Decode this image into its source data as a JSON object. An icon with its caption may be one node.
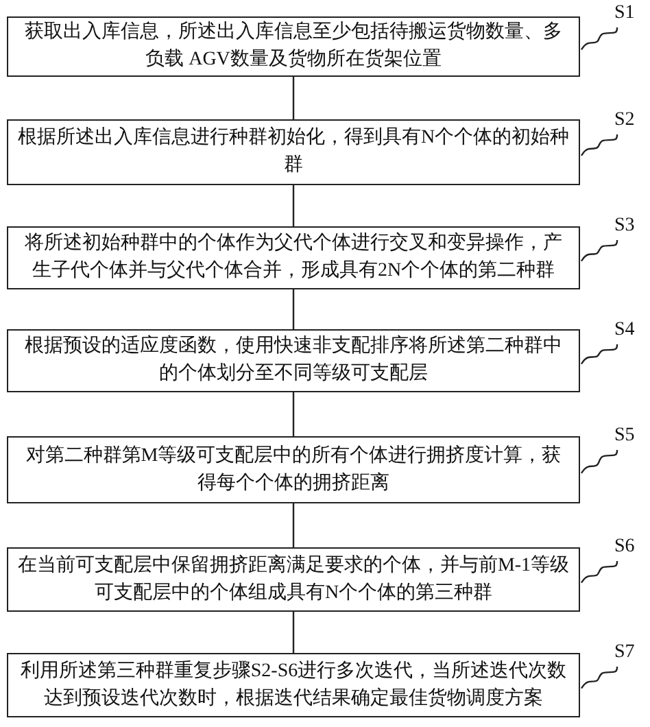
{
  "diagram": {
    "nodes": [
      {
        "text": [
          "获取出入库信息，所述出入库信息至少包括待搬运货物数量、多负载 AGV数量及货物所在货架位置"
        ]
      },
      {
        "text": [
          "根据所述出入库信息进行种群初始化，得到具有N个个体的初始种群"
        ]
      },
      {
        "text": [
          "将所述初始种群中的个体作为父代个体进行交叉和变异操作，产生子代个体并与父代个体合并，形成具有2N个个体的第二种群"
        ]
      },
      {
        "text": [
          "根据预设的适应度函数，使用快速非支配排序将所述第二种群中的个体划分至不同等级可支配层"
        ]
      },
      {
        "text": [
          "对第二种群第M等级可支配层中的所有个体进行拥挤度计算，获得每个个体的拥挤距离"
        ]
      },
      {
        "text": [
          "在当前可支配层中保留拥挤距离满足要求的个体，并与前M-1等级可支配层中的个体组成具有N个个体的第三种群"
        ]
      },
      {
        "text": [
          "利用所述第三种群重复步骤S2-S6进行多次迭代，当所述迭代次数达到预设迭代次数时，根据迭代结果确定最佳货物调度方案"
        ]
      },
      {
        "text": [
          "S1"
        ]
      },
      {
        "text": [
          "S2"
        ]
      },
      {
        "text": [
          "S3"
        ]
      },
      {
        "text": [
          "S4"
        ]
      },
      {
        "text": [
          "S5"
        ]
      },
      {
        "text": [
          "S6"
        ]
      },
      {
        "text": [
          "S7"
        ]
      }
    ],
    "edges": [
      {
        "from": 0,
        "to": 1,
        "arrow": "none"
      },
      {
        "from": 1,
        "to": 2,
        "arrow": "none"
      },
      {
        "from": 2,
        "to": 3,
        "arrow": "none"
      },
      {
        "from": 3,
        "to": 4,
        "arrow": "none"
      },
      {
        "from": 4,
        "to": 5,
        "arrow": "none"
      },
      {
        "from": 5,
        "to": 6,
        "arrow": "none"
      },
      {
        "from": 7,
        "to": 0,
        "arrow": "none"
      },
      {
        "from": 8,
        "to": 1,
        "arrow": "none"
      },
      {
        "from": 9,
        "to": 2,
        "arrow": "none"
      },
      {
        "from": 10,
        "to": 3,
        "arrow": "none"
      },
      {
        "from": 11,
        "to": 4,
        "arrow": "none"
      },
      {
        "from": 12,
        "to": 5,
        "arrow": "none"
      },
      {
        "from": 13,
        "to": 6,
        "arrow": "none"
      }
    ]
  }
}
